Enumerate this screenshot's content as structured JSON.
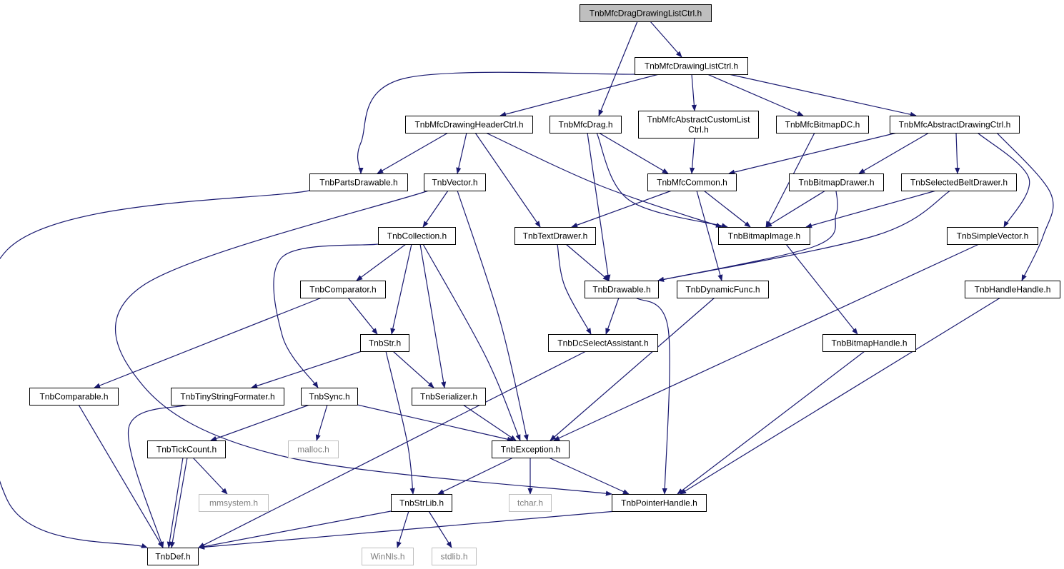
{
  "diagram": {
    "nodes": {
      "root": "TnbMfcDragDrawingListCtrl.h",
      "drawingListCtrl": "TnbMfcDrawingListCtrl.h",
      "headerCtrl": "TnbMfcDrawingHeaderCtrl.h",
      "mfcDrag": "TnbMfcDrag.h",
      "abstractCustomList": [
        "TnbMfcAbstractCustomList",
        "Ctrl.h"
      ],
      "bitmapDC": "TnbMfcBitmapDC.h",
      "abstractDrawingCtrl": "TnbMfcAbstractDrawingCtrl.h",
      "partsDrawable": "TnbPartsDrawable.h",
      "vector": "TnbVector.h",
      "mfcCommon": "TnbMfcCommon.h",
      "bitmapDrawer": "TnbBitmapDrawer.h",
      "selectedBeltDrawer": "TnbSelectedBeltDrawer.h",
      "collection": "TnbCollection.h",
      "textDrawer": "TnbTextDrawer.h",
      "bitmapImage": "TnbBitmapImage.h",
      "simpleVector": "TnbSimpleVector.h",
      "comparator": "TnbComparator.h",
      "drawable": "TnbDrawable.h",
      "dynamicFunc": "TnbDynamicFunc.h",
      "handleHandle": "TnbHandleHandle.h",
      "str": "TnbStr.h",
      "dcSelectAssistant": "TnbDcSelectAssistant.h",
      "bitmapHandle": "TnbBitmapHandle.h",
      "comparable": "TnbComparable.h",
      "tinyStringFormater": "TnbTinyStringFormater.h",
      "sync": "TnbSync.h",
      "serializer": "TnbSerializer.h",
      "tickCount": "TnbTickCount.h",
      "malloc": "malloc.h",
      "exception": "TnbException.h",
      "mmsystem": "mmsystem.h",
      "strLib": "TnbStrLib.h",
      "tchar": "tchar.h",
      "pointerHandle": "TnbPointerHandle.h",
      "def": "TnbDef.h",
      "winnls": "WinNls.h",
      "stdlib": "stdlib.h"
    },
    "colors": {
      "edge": "#191970",
      "node_border": "#000000",
      "external_border": "#bfbfbf",
      "external_text": "#808080",
      "root_fill": "#bfbfbf"
    }
  }
}
